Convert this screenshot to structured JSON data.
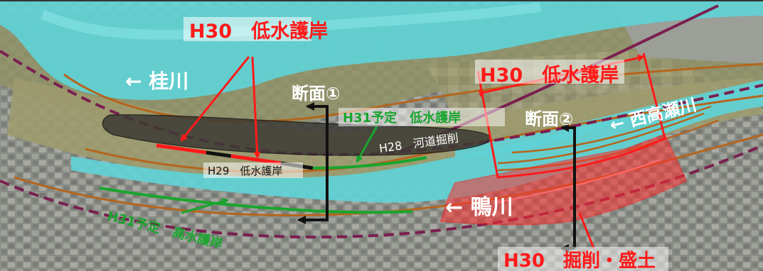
{
  "labels": {
    "katsura": "← 桂川",
    "kamo": "← 鴨川",
    "nishitakase": "← 西高瀬川",
    "section1": "断面①",
    "section2": "断面②",
    "h30_lowwater_left": "H30　低水護岸",
    "h30_lowwater_right": "H30　低水護岸",
    "h31_lowwater": "H31予定　低水護岸",
    "h28_channel": "H28　河道掘削",
    "h29_lowwater": "H29　低水護岸",
    "h31_highwater": "H31予定　高水護岸",
    "h30_excavation": "H30　掘削・盛土"
  },
  "colors": {
    "river": "#5fd3d6",
    "dike_brown": "#b5651d",
    "levee_purple": "#7a1f4f",
    "plan_red": "#ff1a1a",
    "plan_green": "#1aa52e",
    "callout_black": "#111111"
  }
}
